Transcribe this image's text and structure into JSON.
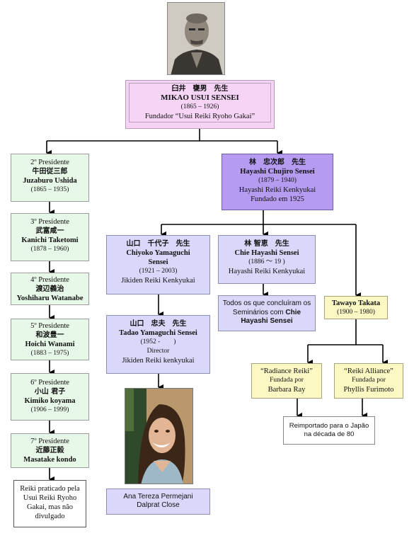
{
  "root": {
    "jp_name": "臼井　甕男　先生",
    "name": "MIKAO USUI SENSEI",
    "years": "(1865 – 1926)",
    "role": "Fundador “Usui Reiki Ryoho Gakai”"
  },
  "presidents": [
    {
      "title": "2º Presidente",
      "jp": "牛田従三郎",
      "name": "Juzaburo Ushida",
      "years": "(1865 – 1935)"
    },
    {
      "title": "3º Presidente",
      "jp": "武富咸一",
      "name": "Kanichi Taketomi",
      "years": "(1878 – 1960)"
    },
    {
      "title": "4º Presidente",
      "jp": "渡辺義治",
      "name": "Yoshiharu Watanabe",
      "years": ""
    },
    {
      "title": "5º Presidente",
      "jp": "和波豊一",
      "name": "Hoichi Wanami",
      "years": "(1883 – 1975)"
    },
    {
      "title": "6º Presidente",
      "jp": "小山 君子",
      "name": "Kimiko koyama",
      "years": "(1906 – 1999)"
    },
    {
      "title": "7º Presidente",
      "jp": "近藤正毅",
      "name": "Masatake kondo",
      "years": ""
    }
  ],
  "usui_note": "Reiki praticado pela Usui Reiki Ryoho Gakai, mas não divulgado",
  "hayashi": {
    "jp": "林　忠次郎　先生",
    "name": "Hayashi Chujiro Sensei",
    "years": "(1879 – 1940)",
    "org": "Hayashi Reiki Kenkyukai",
    "founded": "Fundado em 1925"
  },
  "chiyoko": {
    "jp": "山口　千代子　先生",
    "name_a": "Chiyoko Yamaguchi",
    "name_b": "Sensei",
    "years": "(1921 – 2003)",
    "org": "Jikiden Reiki Kenkyukai"
  },
  "tadao": {
    "jp": "山口　忠夫　先生",
    "name": "Tadao Yamaguchi Sensei",
    "years": "(1952 -        )",
    "role": "Director",
    "org": "Jikiden Reiki kenkyukai"
  },
  "ana": {
    "caption_a": "Ana Tereza Permejani",
    "caption_b": "Dalprat Close"
  },
  "chie": {
    "jp": "林 智恵　先生",
    "name": "Chie Hayashi Sensei",
    "years": "(1886 〜 19  )",
    "org": "Hayashi Reiki Kenkyukai"
  },
  "seminar_note": {
    "text": "Todos os que concluíram os Seminários com",
    "bold": "Chie Hayashi Sensei"
  },
  "takata": {
    "name": "Tawayo Takata",
    "years": "(1900 – 1980)"
  },
  "radiance": {
    "title": "“Radiance Reiki”",
    "line1": "Fundada por",
    "line2": "Barbara Ray"
  },
  "alliance": {
    "title": "“Reiki Alliance”",
    "line1": "Fundada por",
    "line2": "Phyllis Furimoto"
  },
  "reimport": {
    "line1": "Reimportado para o Japão",
    "line2": "na década de 80"
  },
  "colors": {
    "pink": "#f6d4f6",
    "green": "#e8f8e8",
    "lavender": "#d9d8fa",
    "purple": "#b59cf0",
    "yellow": "#fbf8c4"
  }
}
